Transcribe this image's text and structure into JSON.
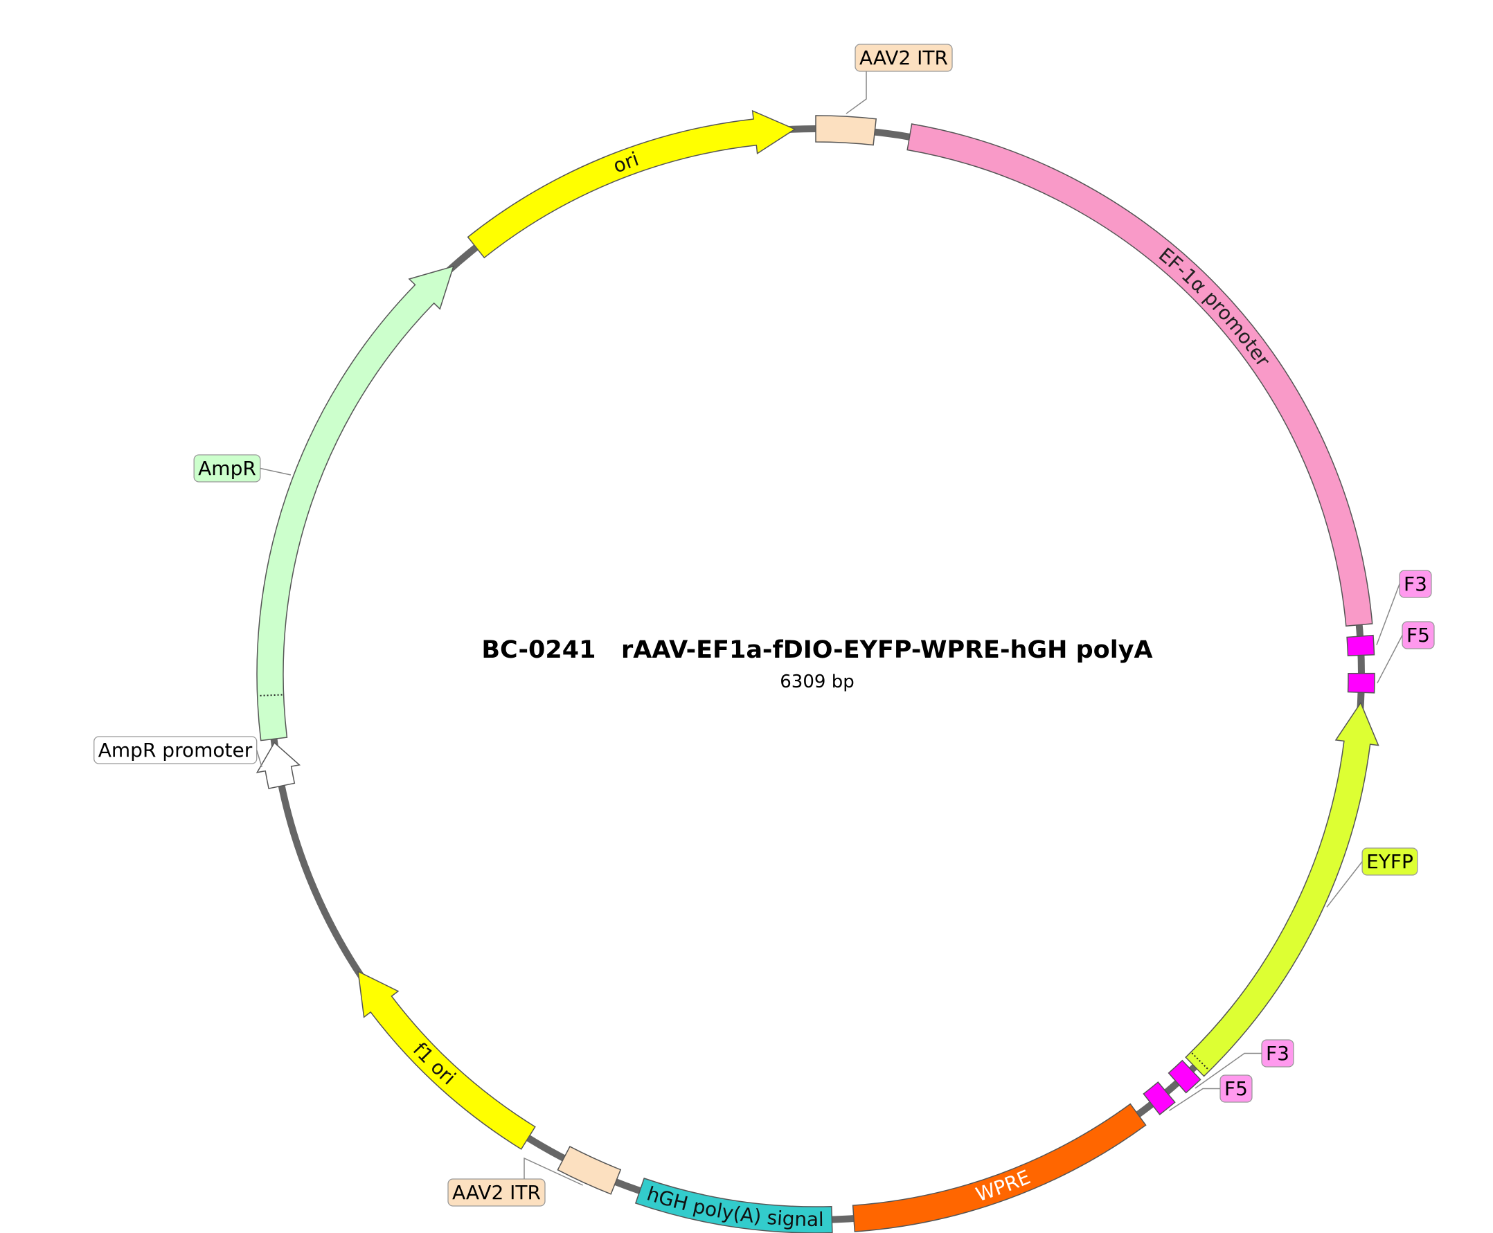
{
  "map": {
    "title": "BC-0241   rAAV-EF1a-fDIO-EYFP-WPRE-hGH polyA",
    "size_label": "6309 bp",
    "backbone_color": "#666666"
  },
  "features": [
    {
      "id": "aav2-itr-top",
      "name": "AAV2 ITR",
      "color": "#FCE0C0",
      "label_color": "#FCE0C0",
      "type": "box",
      "label_mode": "external"
    },
    {
      "id": "ef1a-promoter",
      "name": "EF-1α promoter",
      "color": "#F99AC8",
      "text_color": "#222222",
      "type": "box",
      "label_mode": "inside"
    },
    {
      "id": "f3-top",
      "name": "F3",
      "color": "#FF00FF",
      "label_color": "#FF99EE",
      "type": "box",
      "label_mode": "external"
    },
    {
      "id": "f5-top",
      "name": "F5",
      "color": "#FF00FF",
      "label_color": "#FF99EE",
      "type": "box",
      "label_mode": "external"
    },
    {
      "id": "eyfp",
      "name": "EYFP",
      "color": "#DDFF33",
      "label_color": "#DDFF33",
      "type": "arrow-ccw",
      "label_mode": "external"
    },
    {
      "id": "f3-bottom",
      "name": "F3",
      "color": "#FF00FF",
      "label_color": "#FF99EE",
      "type": "box",
      "label_mode": "external"
    },
    {
      "id": "f5-bottom",
      "name": "F5",
      "color": "#FF00FF",
      "label_color": "#FF99EE",
      "type": "box",
      "label_mode": "external"
    },
    {
      "id": "wpre",
      "name": "WPRE",
      "color": "#FF6600",
      "text_color": "#FFFFFF",
      "type": "box",
      "label_mode": "inside"
    },
    {
      "id": "hgh-polya",
      "name": "hGH poly(A) signal",
      "color": "#33CCCC",
      "text_color": "#111111",
      "type": "box",
      "label_mode": "inside"
    },
    {
      "id": "aav2-itr-bottom",
      "name": "AAV2 ITR",
      "color": "#FCE0C0",
      "label_color": "#FCE0C0",
      "type": "box",
      "label_mode": "external"
    },
    {
      "id": "f1-ori",
      "name": "f1 ori",
      "color": "#FFFF00",
      "text_color": "#111111",
      "type": "arrow-cw",
      "label_mode": "inside"
    },
    {
      "id": "ampr-promoter",
      "name": "AmpR promoter",
      "color": "#FFFFFF",
      "label_color": "#FFFFFF",
      "type": "arrow-cw",
      "label_mode": "external"
    },
    {
      "id": "ampr",
      "name": "AmpR",
      "color": "#CCFFCC",
      "label_color": "#CCFFCC",
      "type": "arrow-cw",
      "label_mode": "external"
    },
    {
      "id": "ori",
      "name": "ori",
      "color": "#FFFF00",
      "text_color": "#111111",
      "type": "arrow-cw",
      "label_mode": "inside"
    }
  ]
}
